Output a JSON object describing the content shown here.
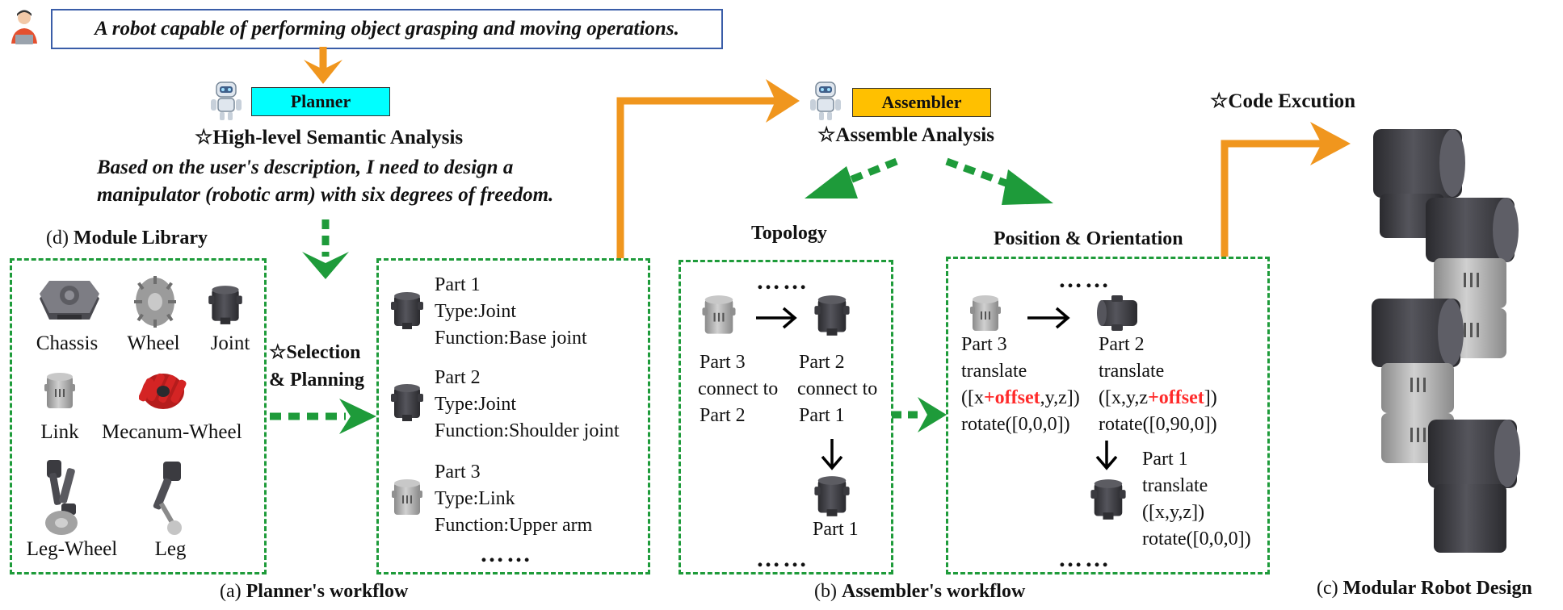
{
  "user_prompt": "A robot capable of performing object grasping and moving operations.",
  "planner": {
    "badge": "Planner",
    "badge_color": "#00ffff",
    "analysis_title": "☆High-level Semantic Analysis",
    "analysis_text_line1": "Based on the user's description, I need to design a",
    "analysis_text_line2": "manipulator (robotic arm) with six degrees of freedom.",
    "selection_line1": "☆Selection",
    "selection_line2": "& Planning",
    "parts": [
      {
        "name": "Part 1",
        "type": "Type:Joint",
        "function": "Function:Base joint"
      },
      {
        "name": "Part 2",
        "type": "Type:Joint",
        "function": "Function:Shoulder joint"
      },
      {
        "name": "Part 3",
        "type": "Type:Link",
        "function": "Function:Upper arm"
      }
    ],
    "ellipsis": "……"
  },
  "module_library": {
    "title_prefix": "(d)",
    "title": "Module Library",
    "items": [
      "Chassis",
      "Wheel",
      "Joint",
      "Link",
      "Mecanum-Wheel",
      "Leg-Wheel",
      "Leg"
    ]
  },
  "assembler": {
    "badge": "Assembler",
    "badge_color": "#ffc000",
    "analysis_title": "☆Assemble Analysis",
    "topology": {
      "title": "Topology",
      "ellipsis_top": "……",
      "ellipsis_bottom": "……",
      "p3_line1": "Part 3",
      "p3_line2": "connect to",
      "p3_line3": "Part 2",
      "p2_line1": "Part 2",
      "p2_line2": "connect to",
      "p2_line3": "Part 1",
      "p1": "Part 1"
    },
    "position": {
      "title": "Position & Orientation",
      "ellipsis_top": "……",
      "ellipsis_bottom": "……",
      "p3_name": "Part 3",
      "p3_translate": "translate",
      "p3_vec_a": "([x",
      "p3_offset": "+offset",
      "p3_vec_b": ",y,z])",
      "p3_rotate": "rotate([0,0,0])",
      "p2_name": "Part 2",
      "p2_translate": "translate",
      "p2_vec_a": "([x,y,z",
      "p2_offset": "+offset",
      "p2_vec_b": "])",
      "p2_rotate": "rotate([0,90,0])",
      "p1_name": "Part 1",
      "p1_translate": "translate",
      "p1_vec": "([x,y,z])",
      "p1_rotate": "rotate([0,0,0])"
    }
  },
  "code_execution": "☆Code Excution",
  "captions": {
    "a_prefix": "(a)",
    "a": "Planner's workflow",
    "b_prefix": "(b)",
    "b": "Assembler's workflow",
    "c_prefix": "(c)",
    "c": "Modular Robot Design"
  },
  "colors": {
    "orange": "#f0961e",
    "green": "#1e9b3a",
    "prompt_border": "#3a5da8",
    "joint_dark": "#3b3b40",
    "link_grey": "#a8a8a8"
  }
}
